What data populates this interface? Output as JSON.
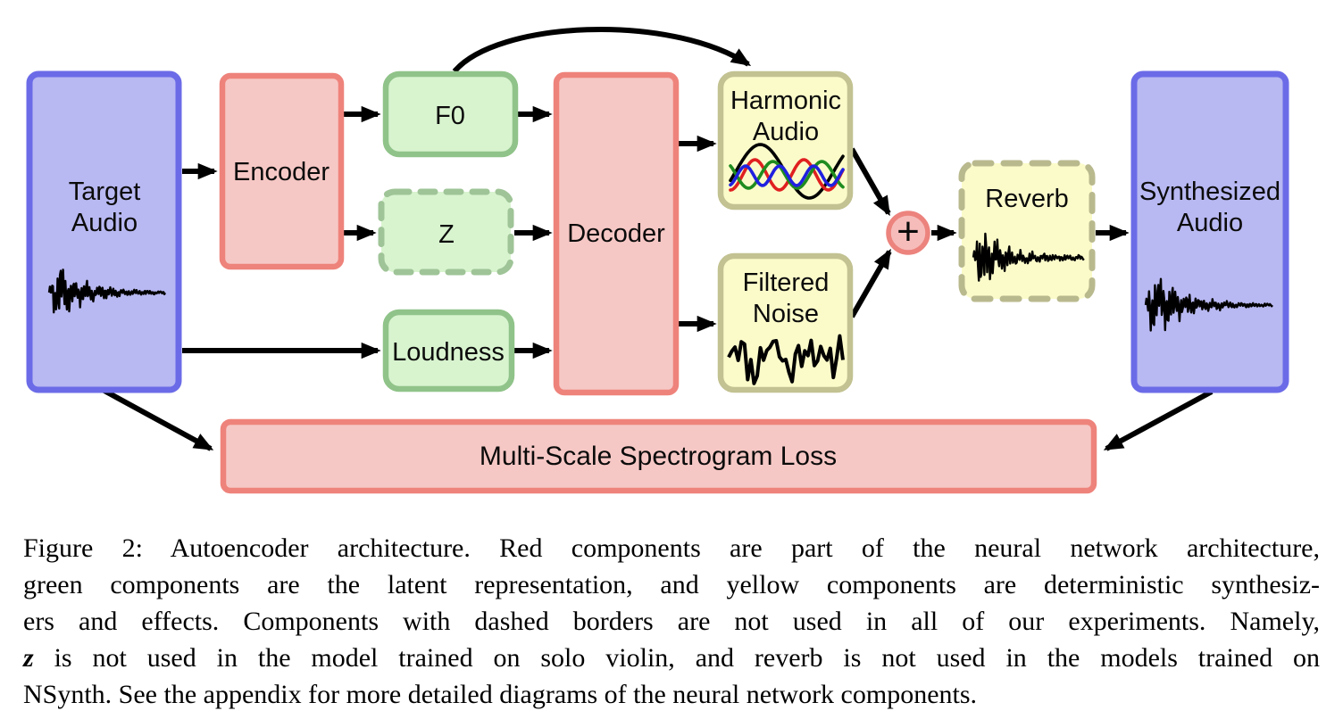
{
  "figure": {
    "boxes": {
      "target_audio": {
        "line1": "Target",
        "line2": "Audio"
      },
      "encoder": {
        "label": "Encoder"
      },
      "f0": {
        "label": "F0"
      },
      "z": {
        "label": "Z"
      },
      "loudness": {
        "label": "Loudness"
      },
      "decoder": {
        "label": "Decoder"
      },
      "harmonic_audio": {
        "line1": "Harmonic",
        "line2": "Audio"
      },
      "filtered_noise": {
        "line1": "Filtered",
        "line2": "Noise"
      },
      "sum": {
        "label": "+"
      },
      "reverb": {
        "label": "Reverb"
      },
      "synthesized_audio": {
        "line1": "Synthesized",
        "line2": "Audio"
      },
      "loss": {
        "label": "Multi-Scale Spectrogram Loss"
      }
    },
    "colors": {
      "neural_red_fill": "#f6c8c5",
      "neural_red_border": "#ee837b",
      "latent_green_fill": "#d8f4cf",
      "latent_green_border": "#90c389",
      "latent_green_dashed_border": "#9fc497",
      "synth_yellow_fill": "#fbfbca",
      "synth_yellow_border": "#c2c292",
      "synth_yellow_dashed_border": "#b9b98e",
      "audio_blue_fill": "#b8b8f2",
      "audio_blue_border": "#6b6be8",
      "sum_fill": "#f6bcba",
      "sum_border": "#ec837d",
      "harmonic_wave_colors": [
        "#000000",
        "#e02020",
        "#1f8c1f",
        "#2020e0"
      ]
    }
  },
  "caption": {
    "line1": "Figure 2: Autoencoder architecture. Red components are part of the neural network architecture,",
    "line2": "green components are the latent representation, and yellow components are deterministic synthesiz-",
    "line3": "ers and effects. Components with dashed borders are not used in all of our experiments. Namely,",
    "line4_z": "z",
    "line4_rest": " is not used in the model trained on solo violin, and reverb is not used in the models trained on",
    "line5": "NSynth. See the appendix for more detailed diagrams of the neural network components."
  }
}
